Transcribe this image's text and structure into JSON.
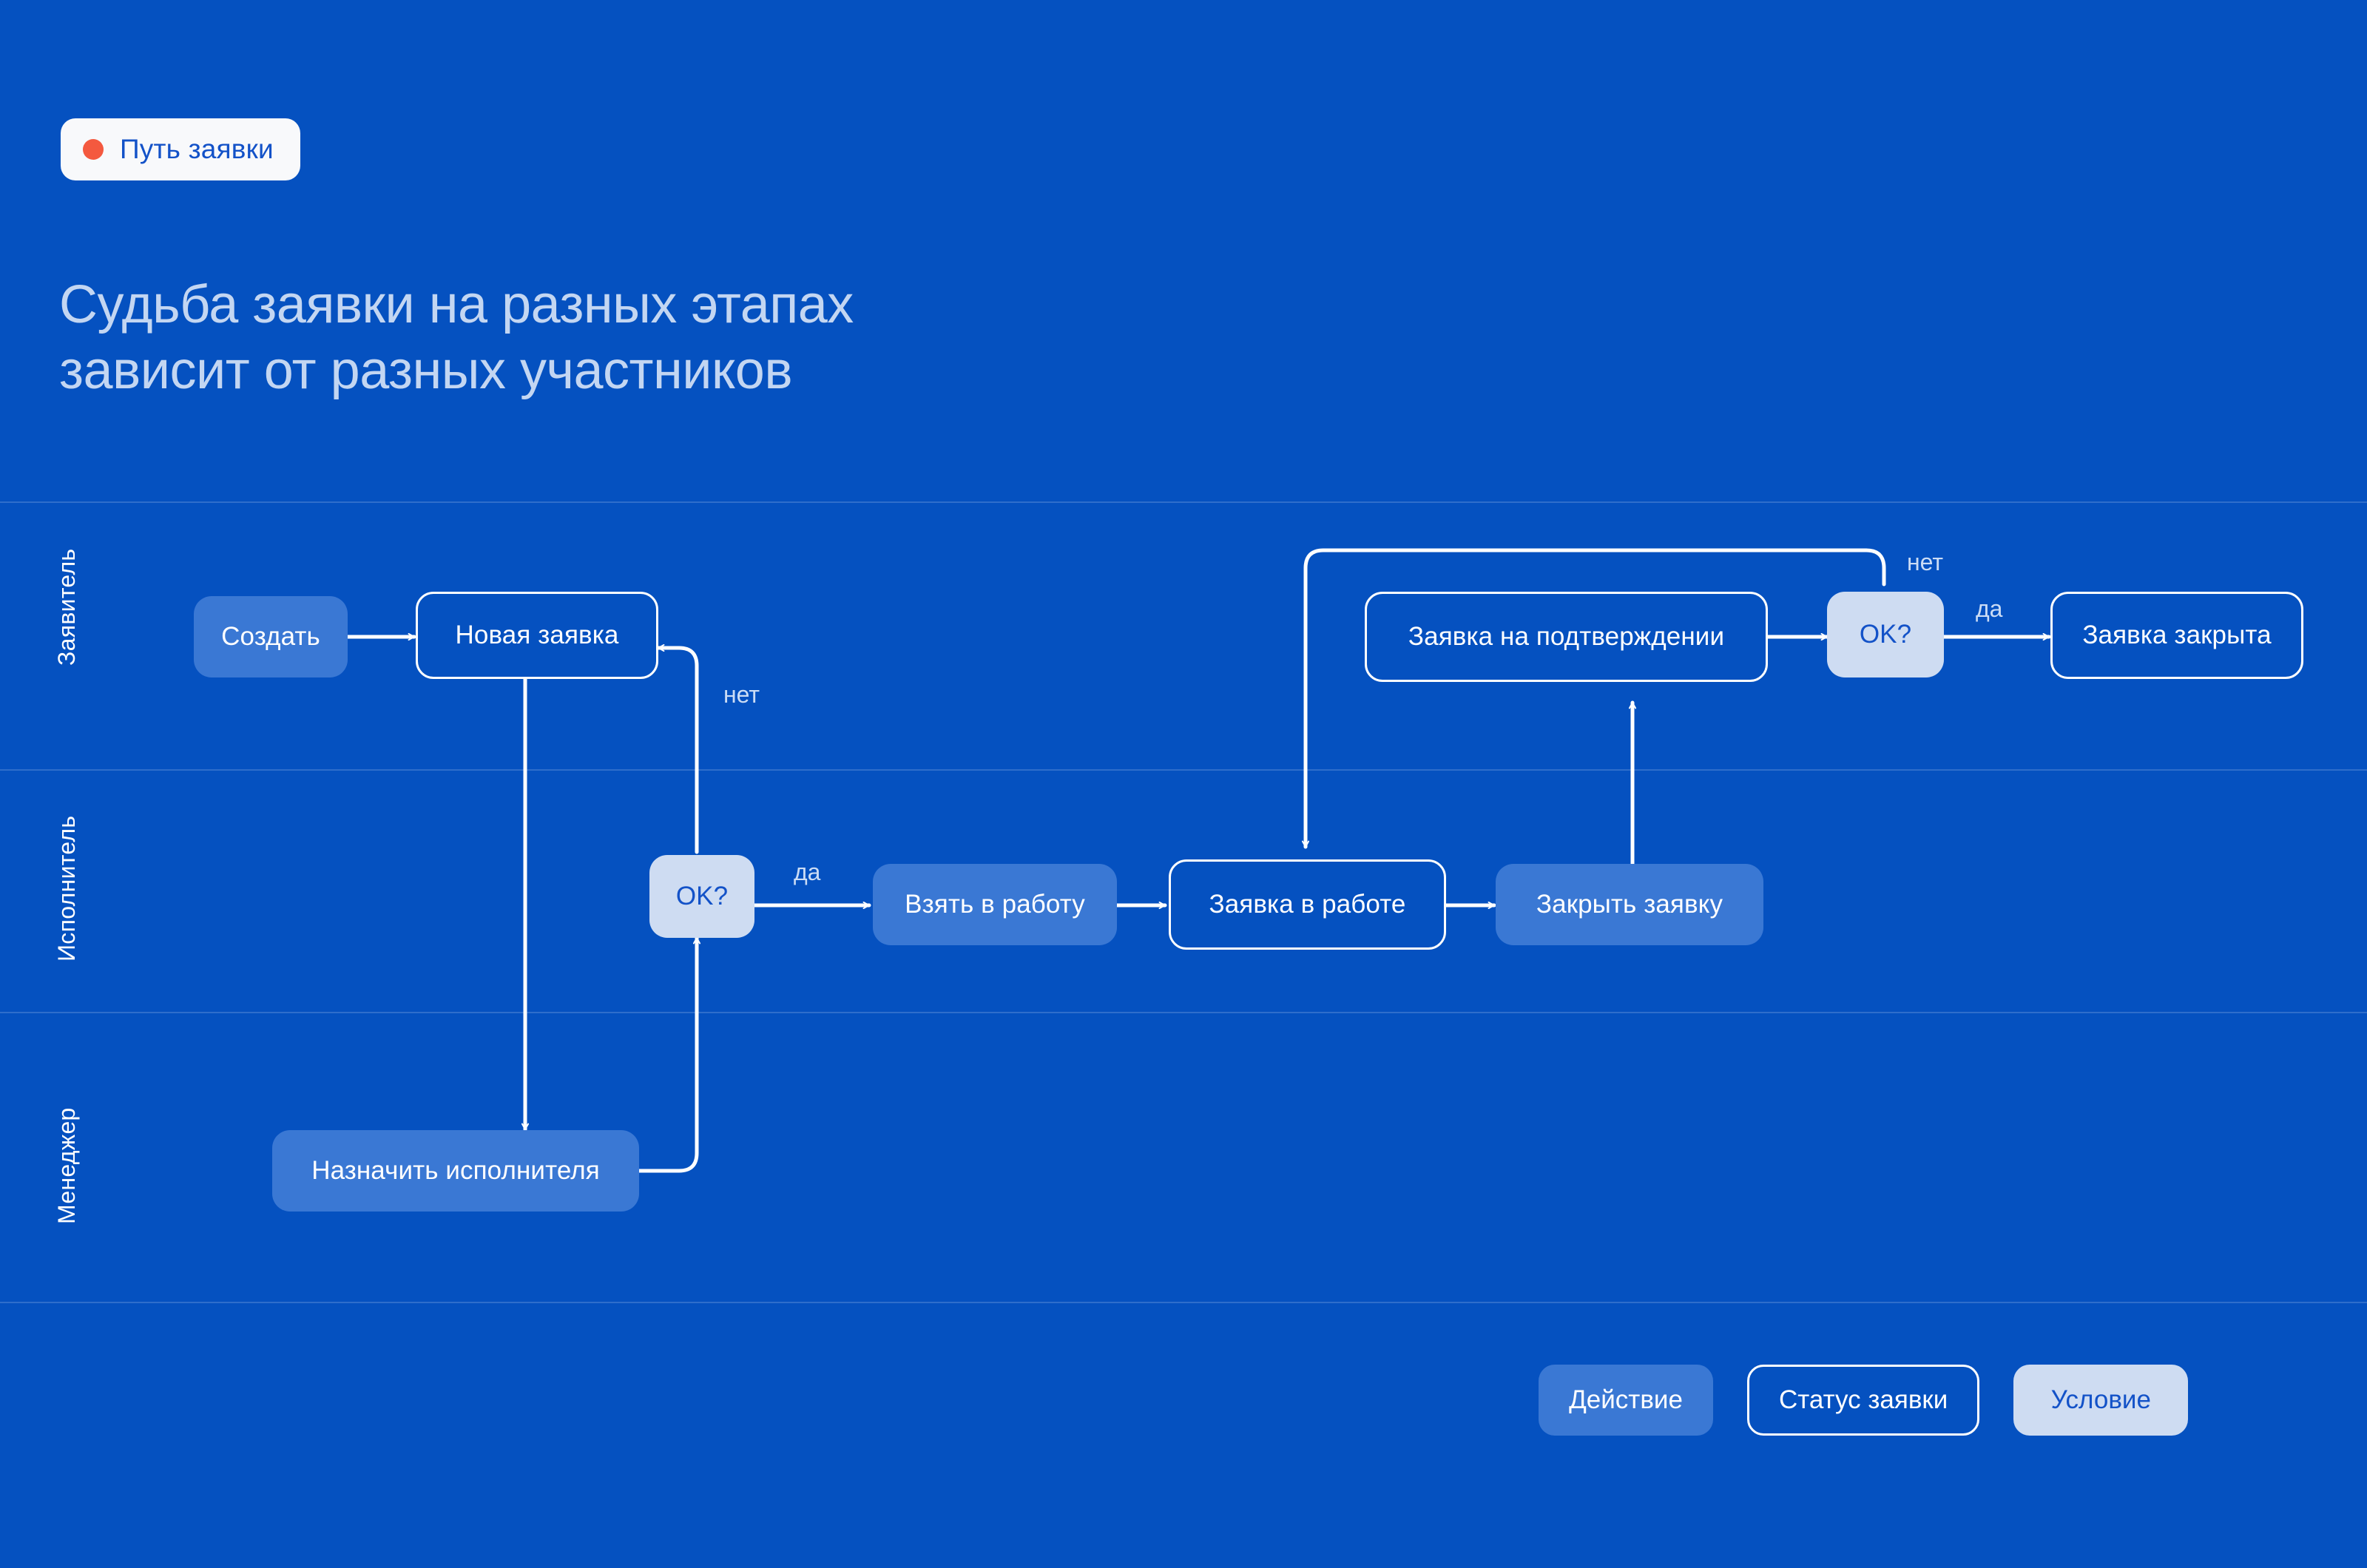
{
  "header": {
    "badge": {
      "label": "Путь заявки",
      "dot_color": "#f4593f",
      "dot_icon": "status-dot-icon"
    },
    "title": "Судьба заявки на разных этапах\nзависит от разных участников"
  },
  "theme": {
    "background": "#0551c0",
    "action_fill": "#3a78d4",
    "condition_fill": "#cedcf2",
    "status_border": "#ffffff",
    "divider": "#2f6ecb",
    "title_color": "#c3d6f2",
    "edge_label_color": "#cbdcf5",
    "accent": "#1352c8"
  },
  "lanes": [
    {
      "id": "applicant",
      "label": "Заявитель"
    },
    {
      "id": "executor",
      "label": "Исполнитель"
    },
    {
      "id": "manager",
      "label": "Менеджер"
    }
  ],
  "nodes": [
    {
      "id": "create",
      "label": "Создать",
      "type": "action",
      "lane": "applicant"
    },
    {
      "id": "new-request",
      "label": "Новая заявка",
      "type": "status",
      "lane": "applicant"
    },
    {
      "id": "ok1",
      "label": "OK?",
      "type": "condition",
      "lane": "executor"
    },
    {
      "id": "take-to-work",
      "label": "Взять в работу",
      "type": "action",
      "lane": "executor"
    },
    {
      "id": "in-progress",
      "label": "Заявка в работе",
      "type": "status",
      "lane": "executor"
    },
    {
      "id": "close-request",
      "label": "Закрыть заявку",
      "type": "action",
      "lane": "executor"
    },
    {
      "id": "assign",
      "label": "Назначить исполнителя",
      "type": "action",
      "lane": "manager"
    },
    {
      "id": "confirming",
      "label": "Заявка на подтверждении",
      "type": "status",
      "lane": "applicant"
    },
    {
      "id": "ok2",
      "label": "OK?",
      "type": "condition",
      "lane": "applicant"
    },
    {
      "id": "closed",
      "label": "Заявка закрыта",
      "type": "status",
      "lane": "applicant"
    }
  ],
  "edge_labels": [
    {
      "id": "no-1",
      "text": "нет"
    },
    {
      "id": "yes-1",
      "text": "да"
    },
    {
      "id": "no-2",
      "text": "нет"
    },
    {
      "id": "yes-2",
      "text": "да"
    }
  ],
  "legend": [
    {
      "id": "action",
      "label": "Действие"
    },
    {
      "id": "status",
      "label": "Статус заявки"
    },
    {
      "id": "condition",
      "label": "Условие"
    }
  ]
}
